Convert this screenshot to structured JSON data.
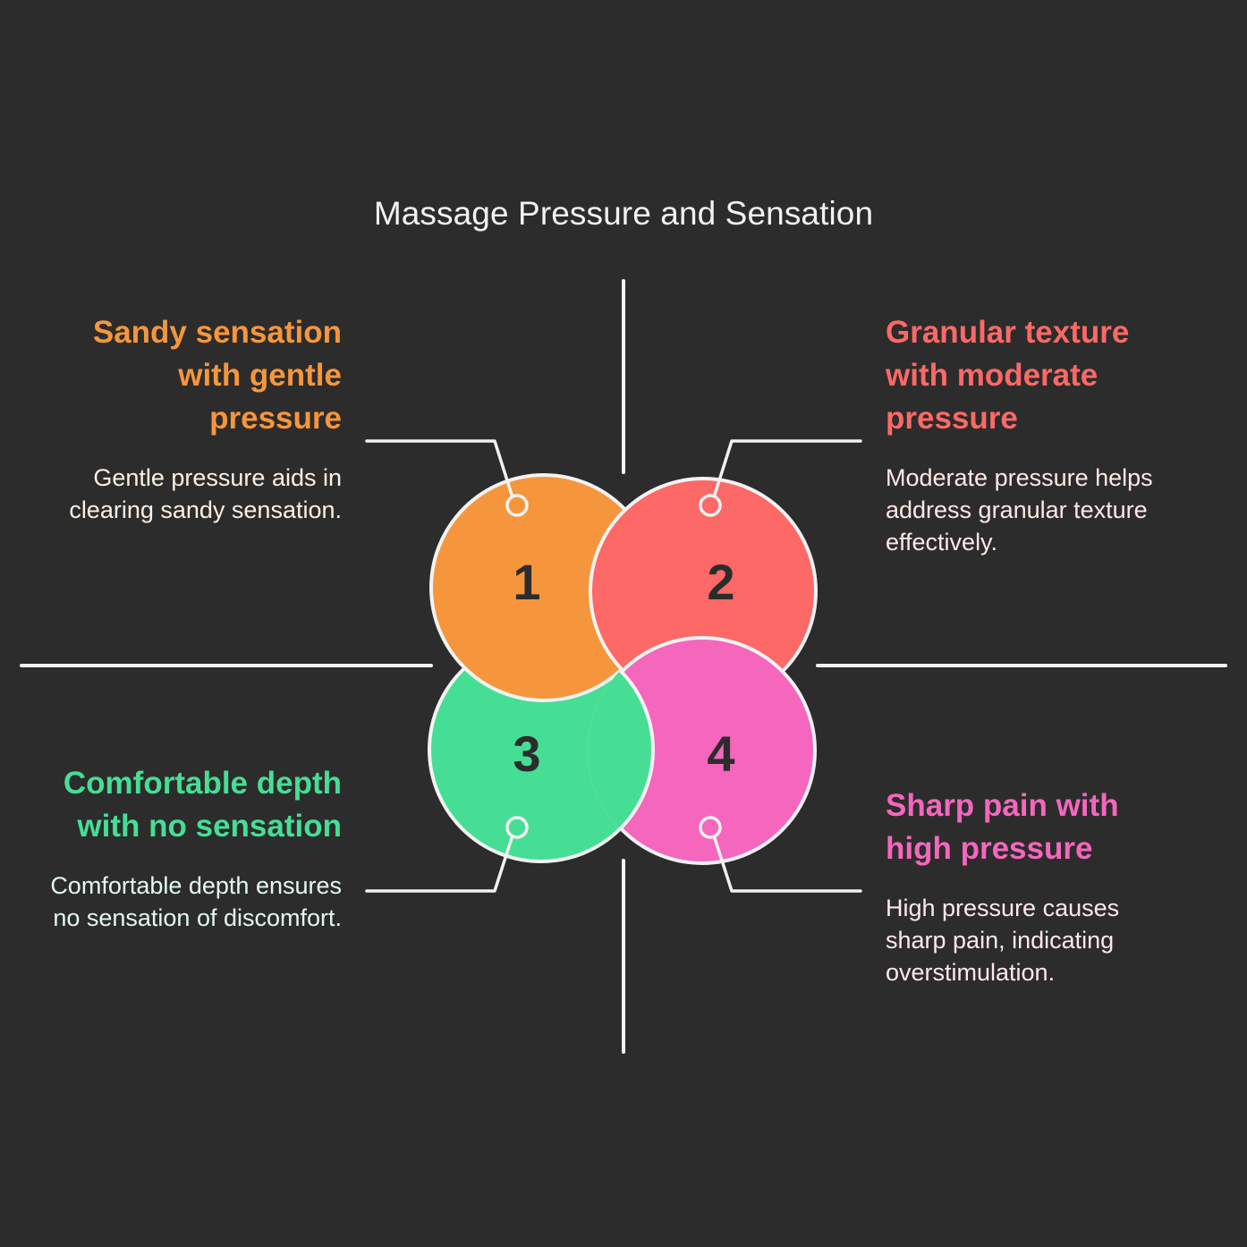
{
  "title": "Massage Pressure and Sensation",
  "colors": {
    "background": "#2c2c2c",
    "line": "#f2f2f2",
    "number_text": "#2c2c2c"
  },
  "items": [
    {
      "number": "1",
      "heading": "Sandy sensation with gentle pressure",
      "description": "Gentle pressure aids in clearing sandy sensation.",
      "color": "#f6963c",
      "text_color": "#fdf0e6"
    },
    {
      "number": "2",
      "heading": "Granular texture with moderate pressure",
      "description": "Moderate pressure helps address granular texture effectively.",
      "color": "#fc6966",
      "text_color": "#fde9e8"
    },
    {
      "number": "3",
      "heading": "Comfortable depth with no sensation",
      "description": "Comfortable depth ensures no sensation of discomfort.",
      "color": "#46de95",
      "text_color": "#e3faee"
    },
    {
      "number": "4",
      "heading": "Sharp pain with high pressure",
      "description": "High pressure causes sharp pain, indicating overstimulation.",
      "color": "#f467bd",
      "text_color": "#fde8f4"
    }
  ]
}
